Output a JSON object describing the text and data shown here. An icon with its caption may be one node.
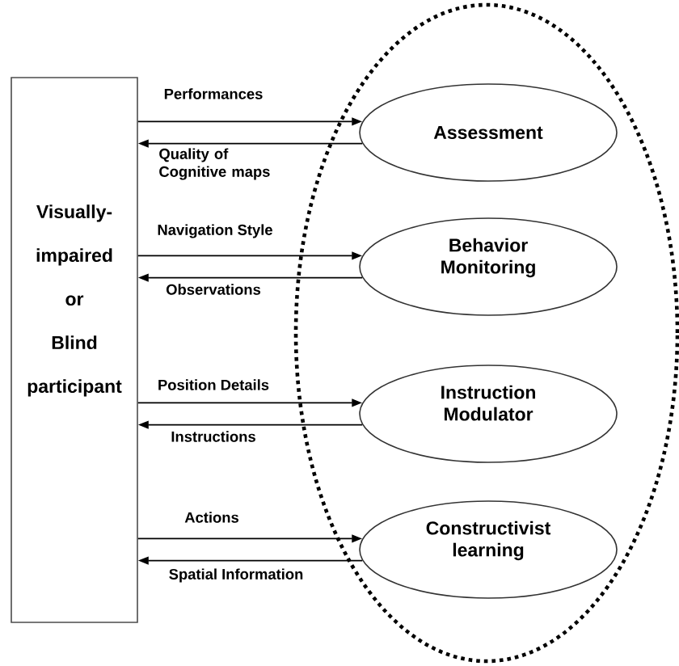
{
  "diagram": {
    "nodes": [
      {
        "text": [
          "Visually- impaired or Blind participant"
        ]
      },
      {
        "text": [],
        "shape": "ellipse"
      },
      {
        "text": [
          "Assessment"
        ],
        "in": 1
      },
      {
        "text": [
          "Behavior Monitoring"
        ],
        "in": 1
      },
      {
        "text": [
          "Instruction Modulator"
        ],
        "in": 1
      },
      {
        "text": [
          "Constructivist learning"
        ],
        "in": 1
      }
    ],
    "edges": [
      {
        "from": 0,
        "to": 2,
        "arrow": "to",
        "label": "Performances"
      },
      {
        "from": 2,
        "to": 0,
        "arrow": "to",
        "label": "Quality of Cognitive maps"
      },
      {
        "from": 0,
        "to": 3,
        "arrow": "to",
        "label": "Navigation Style"
      },
      {
        "from": 3,
        "to": 0,
        "arrow": "to",
        "label": "Observations"
      },
      {
        "from": 0,
        "to": 4,
        "arrow": "to",
        "label": "Position Details"
      },
      {
        "from": 4,
        "to": 0,
        "arrow": "to",
        "label": "Instructions"
      },
      {
        "from": 0,
        "to": 5,
        "arrow": "to",
        "label": "Actions"
      },
      {
        "from": 5,
        "to": 0,
        "arrow": "to",
        "label": "Spatial Information"
      }
    ]
  }
}
